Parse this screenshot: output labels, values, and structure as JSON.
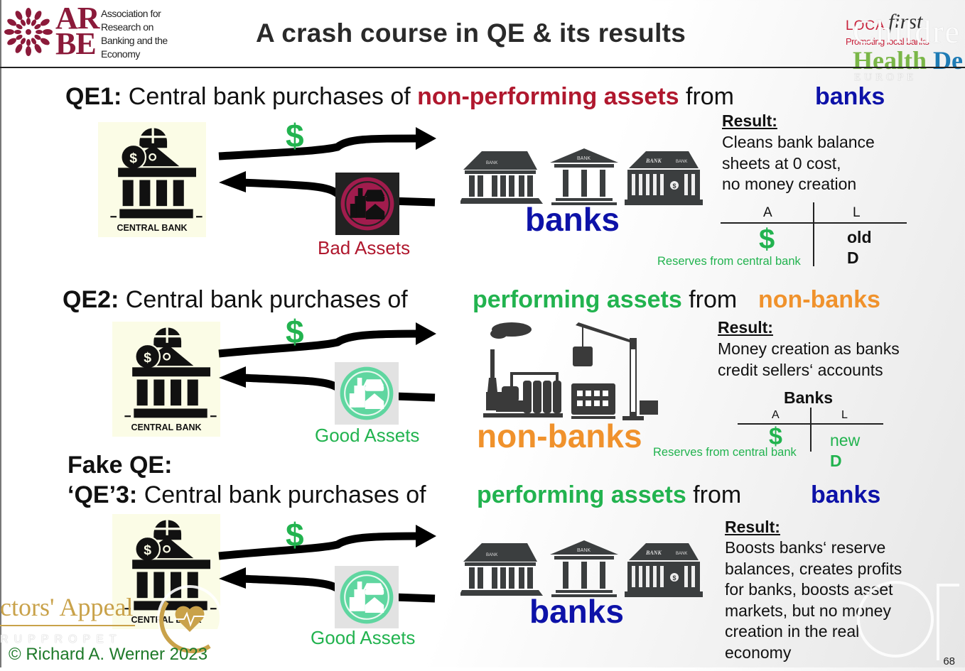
{
  "header": {
    "logo": {
      "letters_top": "AR",
      "letters_bottom": "BE",
      "description_lines": [
        "Association for",
        "Research on",
        "Banking and the",
        "Economy"
      ],
      "color": "#8b1a3a"
    },
    "title": "A crash course in QE & its results",
    "watermarks": {
      "local": "LOCA",
      "first": "first",
      "cc": "C C",
      "children": "Childre",
      "promoting": "Promoting local banks",
      "health": "Health",
      "def": "De",
      "europe": "EUROPE"
    }
  },
  "colors": {
    "non_performing": "#b0182e",
    "banks": "#0d12a8",
    "performing": "#22b34f",
    "non_banks": "#f0922c",
    "dollar": "#22b34f"
  },
  "qe1": {
    "label": "QE1:",
    "text": " Central bank purchases of ",
    "highlight": "non-performing assets",
    "from": " from",
    "target": "banks",
    "central_bank_label": "CENTRAL BANK",
    "dollar": "$",
    "asset_label": "Bad Assets",
    "asset_icon": "bad-assets-icon",
    "counterparty_label": "banks",
    "bank_icon_labels": [
      "BANK",
      "BANK",
      "BANK",
      "BANK"
    ],
    "result_heading": "Result:",
    "result_lines": [
      "Cleans bank balance",
      "sheets at 0 cost,",
      "no money creation"
    ],
    "t_account": {
      "assets_header": "A",
      "liabilities_header": "L",
      "asset_value": "$",
      "liability_lines": [
        "old",
        "D"
      ],
      "asset_note": "Reserves from central bank"
    }
  },
  "qe2": {
    "label": "QE2:",
    "text": " Central bank purchases of",
    "highlight": "performing assets",
    "from": " from",
    "target": "non-banks",
    "central_bank_label": "CENTRAL BANK",
    "dollar": "$",
    "asset_label": "Good Assets",
    "asset_icon": "good-assets-icon",
    "counterparty_label": "non-banks",
    "result_heading": "Result:",
    "result_lines": [
      "Money creation as banks",
      "credit sellers‘ accounts"
    ],
    "t_account": {
      "title": "Banks",
      "assets_header": "A",
      "liabilities_header": "L",
      "asset_value": "$",
      "liability_lines": [
        "new",
        "D"
      ],
      "asset_note": "Reserves from central bank"
    }
  },
  "qe3": {
    "prefix": "Fake QE:",
    "label": "‘QE’3:",
    "text": " Central bank purchases of",
    "highlight": "performing assets",
    "from": " from",
    "target": "banks",
    "central_bank_label": "CENTRAL BANK",
    "dollar": "$",
    "asset_label": "Good Assets",
    "asset_icon": "good-assets-icon",
    "counterparty_label": "banks",
    "bank_icon_labels": [
      "BANK",
      "BANK",
      "BANK",
      "BANK"
    ],
    "result_heading": "Result:",
    "result_lines": [
      "Boosts banks‘ reserve",
      "balances, creates profits",
      "for banks, boosts asset",
      "markets, but no money",
      "creation in the real",
      "economy"
    ]
  },
  "footer": {
    "copyright": "© Richard A. Werner 2023",
    "page_number": "68",
    "watermark_doctors": "ctors' Appeal",
    "watermark_rupp": "RUPPROPET"
  }
}
